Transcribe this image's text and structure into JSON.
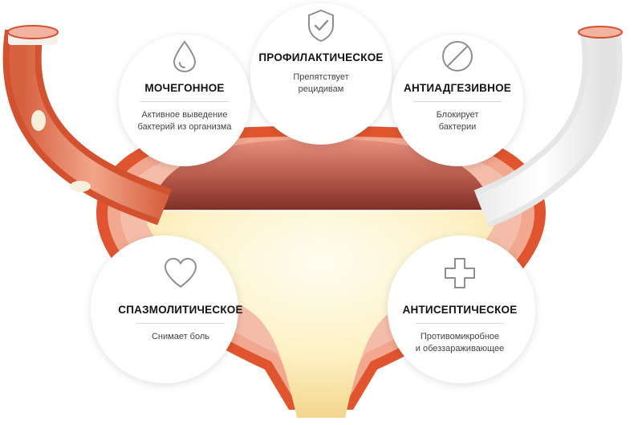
{
  "benefits": [
    {
      "title": "ПРОФИЛАКТИЧЕСКОЕ",
      "description": "Препятствует\nрецидивам",
      "icon": "shield-check-icon"
    },
    {
      "title": "МОЧЕГОННОЕ",
      "description": "Активное выведение\nбактерий из организма",
      "icon": "droplet-icon"
    },
    {
      "title": "АНТИАДГЕЗИВНОЕ",
      "description": "Блокирует\nбактерии",
      "icon": "prohibited-icon"
    },
    {
      "title": "СПАЗМОЛИТИЧЕСКОЕ",
      "description": "Снимает боль",
      "icon": "heart-icon"
    },
    {
      "title": "АНТИСЕПТИЧЕСКОЕ",
      "description": "Противомикробное\nи обеззараживающее",
      "icon": "medical-cross-icon"
    }
  ],
  "colors": {
    "tissue_red": "#e0552f",
    "bladder_wall": "#b5584a",
    "urine": "#fdf1c4",
    "icon_gray": "#8f8f8f"
  }
}
